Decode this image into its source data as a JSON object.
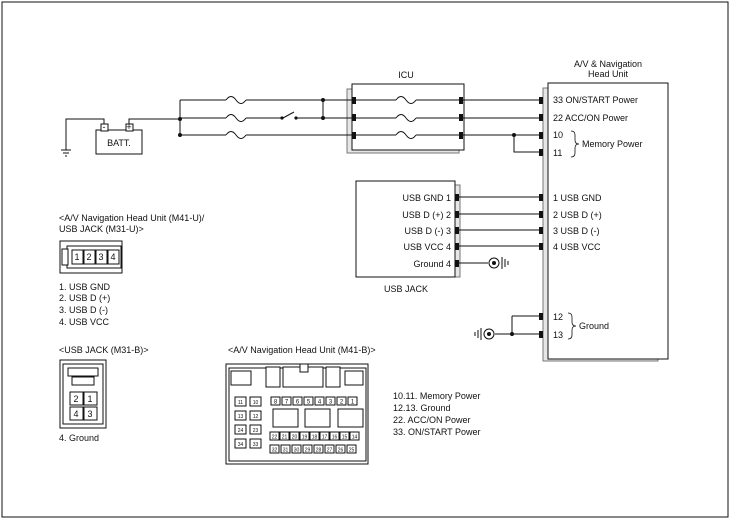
{
  "head_unit": {
    "title_line1": "A/V & Navigation",
    "title_line2": "Head Unit",
    "pins": [
      "33 ON/START Power",
      "22 ACC/ON Power",
      "10",
      "11",
      "1 USB GND",
      "2 USB D (+)",
      "3 USB D (-)",
      "4 USB VCC",
      "12",
      "13"
    ],
    "memory_power_label": "Memory Power",
    "ground_label": "Ground"
  },
  "icu": {
    "title": "ICU"
  },
  "battery": {
    "label": "BATT.",
    "neg": "-",
    "pos": "+"
  },
  "usb_jack": {
    "title": "USB JACK",
    "pins": [
      "USB GND 1",
      "USB D (+) 2",
      "USB D (-) 3",
      "USB VCC 4",
      "Ground 4"
    ]
  },
  "connector_m41u": {
    "title_line1": "<A/V Navigation Head Unit (M41-U)/",
    "title_line2": "USB JACK (M31-U)>",
    "pins": [
      "1",
      "2",
      "3",
      "4"
    ],
    "legend": [
      "1. USB GND",
      "2. USB D (+)",
      "3. USB D (-)",
      "4. USB VCC"
    ]
  },
  "connector_m31b": {
    "title": "<USB JACK (M31-B)>",
    "pins": [
      "2",
      "1",
      "4",
      "3"
    ],
    "legend": [
      "4. Ground"
    ]
  },
  "connector_m41b": {
    "title": "<A/V Navigation Head Unit (M41-B)>",
    "left_pins": [
      "11",
      "10",
      "13",
      "12",
      "24",
      "23",
      "34",
      "33"
    ],
    "row1": [
      "8",
      "7",
      "6",
      "5",
      "4",
      "3",
      "2",
      "1"
    ],
    "row2": [
      "22",
      "21",
      "20",
      "19",
      "18",
      "17",
      "16",
      "15",
      "14"
    ],
    "row3": [
      "32",
      "31",
      "30",
      "29",
      "28",
      "27",
      "26",
      "25"
    ],
    "legend": [
      "10.11. Memory Power",
      "12.13. Ground",
      "22. ACC/ON Power",
      "33. ON/START Power"
    ]
  }
}
